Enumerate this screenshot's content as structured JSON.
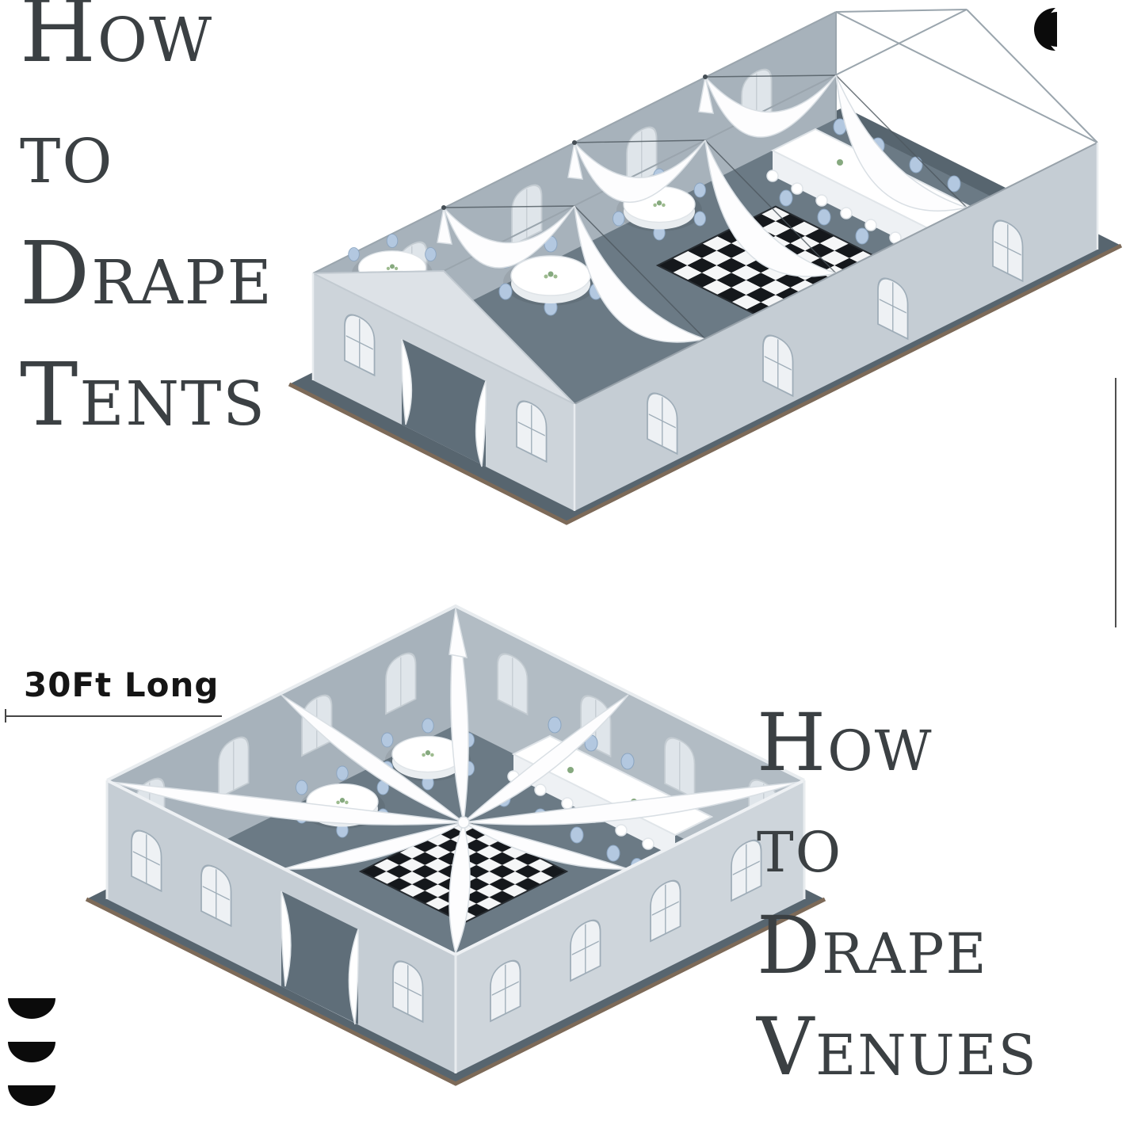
{
  "title_left": {
    "line1": "How",
    "line2": "to",
    "line3": "Drape",
    "line4": "Tents"
  },
  "title_right": {
    "line1": "How",
    "line2": "to",
    "line3": "Drape",
    "line4": "Venues"
  },
  "dimension": {
    "label": "30Ft Long"
  },
  "icons": {
    "top_right": "double-crescent-icon",
    "bottom_left": "triple-half-disc-icon"
  },
  "colors": {
    "heading": "#3b4043",
    "dimension_text": "#151515",
    "dimension_line": "#454545",
    "floor": "#6b7a85",
    "platform": "#57656f",
    "platform_edge": "#7d6a58",
    "wall_exterior": "#c5cdd4",
    "wall_interior": "#a7b2bb",
    "gable": "#dde2e7",
    "drape": "#fdfdfe",
    "chair": "#b3c8e0",
    "dance_floor_dark": "#15181c",
    "dance_floor_light": "#f5f6f7",
    "centerpiece": "#86a97f"
  }
}
